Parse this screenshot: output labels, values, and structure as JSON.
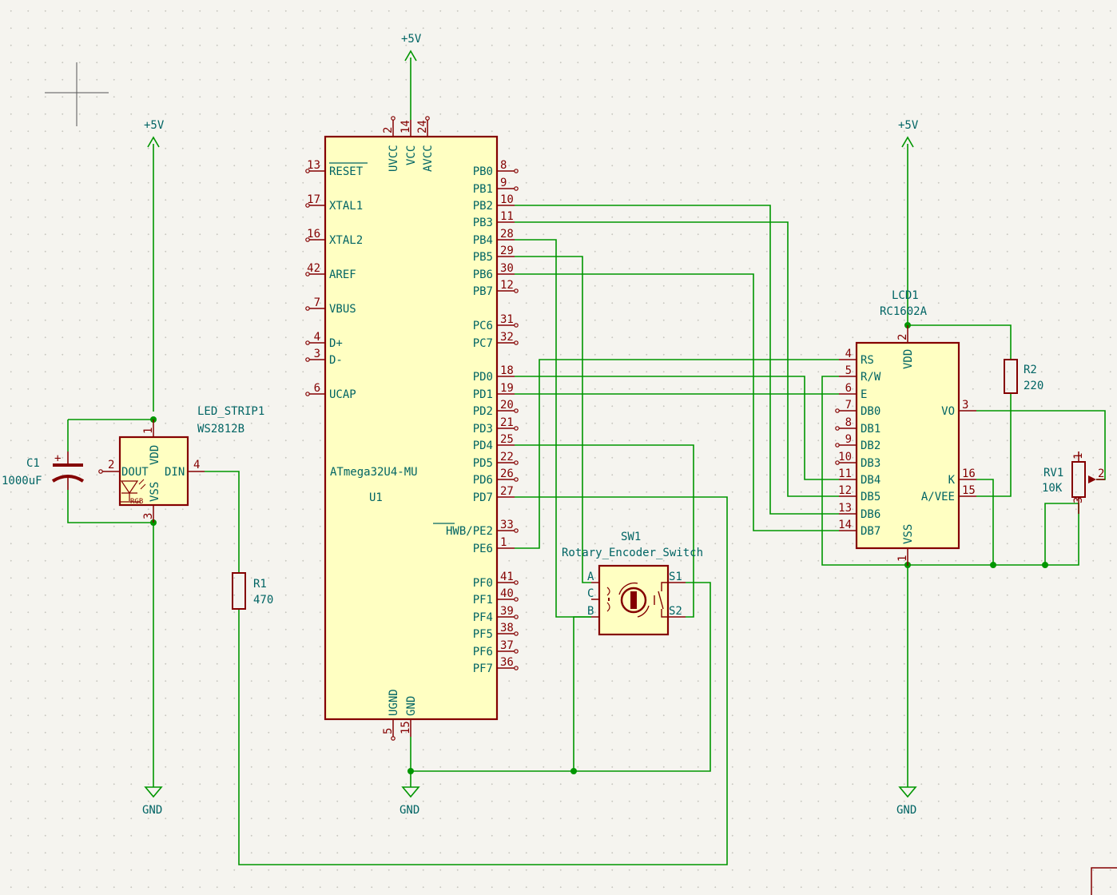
{
  "power": {
    "vcc_label": "+5V",
    "gnd_label": "GND"
  },
  "u1": {
    "ref": "U1",
    "value": "ATmega32U4-MU",
    "top_pins": [
      {
        "num": "2",
        "name": "UVCC"
      },
      {
        "num": "14",
        "name": "VCC"
      },
      {
        "num": "24",
        "name": "AVCC"
      }
    ],
    "bottom_pins": [
      {
        "num": "5",
        "name": "UGND"
      },
      {
        "num": "15",
        "name": "GND"
      }
    ],
    "left_pins": [
      {
        "num": "13",
        "name": "RESET"
      },
      {
        "num": "17",
        "name": "XTAL1"
      },
      {
        "num": "16",
        "name": "XTAL2"
      },
      {
        "num": "42",
        "name": "AREF"
      },
      {
        "num": "7",
        "name": "VBUS"
      },
      {
        "num": "4",
        "name": "D+"
      },
      {
        "num": "3",
        "name": "D-"
      },
      {
        "num": "6",
        "name": "UCAP"
      }
    ],
    "right_pins": [
      {
        "num": "8",
        "name": "PB0"
      },
      {
        "num": "9",
        "name": "PB1"
      },
      {
        "num": "10",
        "name": "PB2"
      },
      {
        "num": "11",
        "name": "PB3"
      },
      {
        "num": "28",
        "name": "PB4"
      },
      {
        "num": "29",
        "name": "PB5"
      },
      {
        "num": "30",
        "name": "PB6"
      },
      {
        "num": "12",
        "name": "PB7"
      },
      {
        "num": "31",
        "name": "PC6"
      },
      {
        "num": "32",
        "name": "PC7"
      },
      {
        "num": "18",
        "name": "PD0"
      },
      {
        "num": "19",
        "name": "PD1"
      },
      {
        "num": "20",
        "name": "PD2"
      },
      {
        "num": "21",
        "name": "PD3"
      },
      {
        "num": "25",
        "name": "PD4"
      },
      {
        "num": "22",
        "name": "PD5"
      },
      {
        "num": "26",
        "name": "PD6"
      },
      {
        "num": "27",
        "name": "PD7"
      },
      {
        "num": "33",
        "name": "HWB/PE2"
      },
      {
        "num": "1",
        "name": "PE6"
      },
      {
        "num": "41",
        "name": "PF0"
      },
      {
        "num": "40",
        "name": "PF1"
      },
      {
        "num": "39",
        "name": "PF4"
      },
      {
        "num": "38",
        "name": "PF5"
      },
      {
        "num": "37",
        "name": "PF6"
      },
      {
        "num": "36",
        "name": "PF7"
      }
    ]
  },
  "lcd1": {
    "ref": "LCD1",
    "value": "RC1602A",
    "left_pins": [
      {
        "num": "4",
        "name": "RS"
      },
      {
        "num": "5",
        "name": "R/W"
      },
      {
        "num": "6",
        "name": "E"
      },
      {
        "num": "7",
        "name": "DB0"
      },
      {
        "num": "8",
        "name": "DB1"
      },
      {
        "num": "9",
        "name": "DB2"
      },
      {
        "num": "10",
        "name": "DB3"
      },
      {
        "num": "11",
        "name": "DB4"
      },
      {
        "num": "12",
        "name": "DB5"
      },
      {
        "num": "13",
        "name": "DB6"
      },
      {
        "num": "14",
        "name": "DB7"
      }
    ],
    "top_pin": {
      "num": "2",
      "name": "VDD"
    },
    "bottom_pin": {
      "num": "1",
      "name": "VSS"
    },
    "right_pins": [
      {
        "num": "3",
        "name": "VO"
      },
      {
        "num": "16",
        "name": "K"
      },
      {
        "num": "15",
        "name": "A/VEE"
      }
    ]
  },
  "led_strip1": {
    "ref": "LED_STRIP1",
    "value": "WS2812B",
    "rgb_mark": "RGB",
    "pins": [
      {
        "num": "1",
        "name": "VDD"
      },
      {
        "num": "2",
        "name": "DOUT"
      },
      {
        "num": "3",
        "name": "VSS"
      },
      {
        "num": "4",
        "name": "DIN"
      }
    ]
  },
  "c1": {
    "ref": "C1",
    "value": "1000uF",
    "plus": "+"
  },
  "r1": {
    "ref": "R1",
    "value": "470"
  },
  "r2": {
    "ref": "R2",
    "value": "220"
  },
  "rv1": {
    "ref": "RV1",
    "value": "10K",
    "pins": [
      "1",
      "2",
      "3"
    ]
  },
  "sw1": {
    "ref": "SW1",
    "value": "Rotary_Encoder_Switch",
    "pins": [
      "A",
      "C",
      "B",
      "S1",
      "S2"
    ]
  }
}
